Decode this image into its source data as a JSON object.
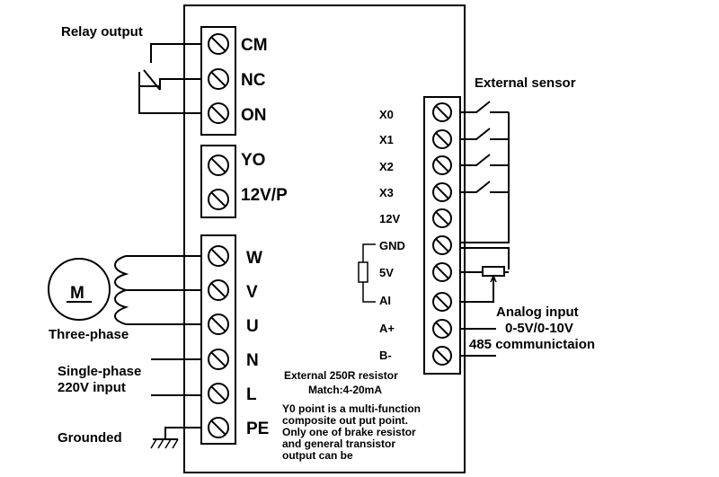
{
  "labels": {
    "relay_output": "Relay output",
    "external_sensor": "External sensor",
    "three_phase": "Three-phase",
    "motor": "M",
    "single_phase_1": "Single-phase",
    "single_phase_2": "220V input",
    "grounded": "Grounded",
    "analog_1": "Analog input",
    "analog_2": "0-5V/0-10V",
    "rs485": "485 communictaion",
    "resistor_1": "External 250R resistor",
    "resistor_2": "Match:4-20mA",
    "note_lines": [
      "Y0 point is a multi-function",
      "composite out put point.",
      "Only one of brake resistor",
      "and general transistor",
      "output can be"
    ]
  },
  "left_terminals": {
    "relay": [
      "CM",
      "NC",
      "ON"
    ],
    "output": [
      "YO",
      "12V/P"
    ],
    "power": [
      "W",
      "V",
      "U",
      "N",
      "L",
      "PE"
    ]
  },
  "right_terminals": [
    "X0",
    "X1",
    "X2",
    "X3",
    "12V",
    "GND",
    "5V",
    "AI",
    "A+",
    "B-"
  ],
  "colors": {
    "line": "#000000",
    "background": "#ffffff"
  }
}
